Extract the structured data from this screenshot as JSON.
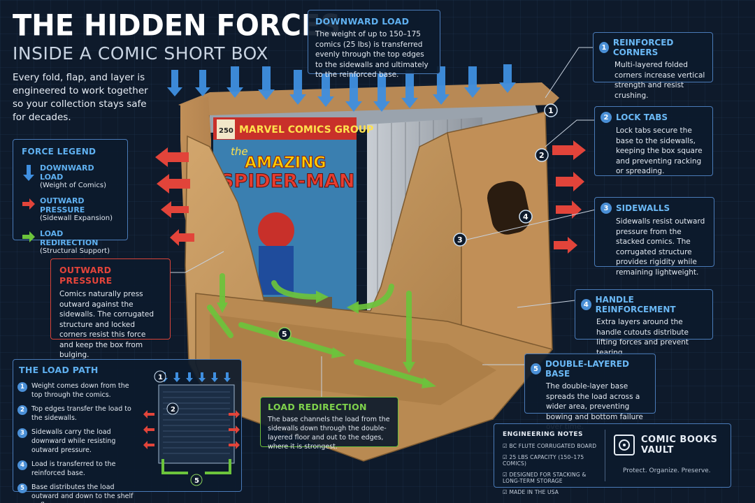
{
  "header": {
    "title": "THE HIDDEN FORCES",
    "subtitle": "INSIDE A COMIC SHORT BOX",
    "intro": "Every fold, flap, and layer is engineered to work together so your collection stays safe for decades."
  },
  "legend": {
    "title": "FORCE LEGEND",
    "items": [
      {
        "label": "DOWNWARD LOAD",
        "sub": "(Weight of Comics)",
        "color": "#3f8fe0"
      },
      {
        "label": "OUTWARD PRESSURE",
        "sub": "(Sidewall Expansion)",
        "color": "#e2443a"
      },
      {
        "label": "LOAD REDIRECTION",
        "sub": "(Structural Support)",
        "color": "#6cc43c"
      }
    ]
  },
  "downward": {
    "title": "DOWNWARD LOAD",
    "text": "The weight of up to 150–175 comics (25 lbs) is transferred evenly through the top edges to the sidewalls and ultimately to the reinforced base."
  },
  "outward": {
    "title": "OUTWARD PRESSURE",
    "text": "Comics naturally press outward against the sidewalls. The corrugated structure and locked corners resist this force and keep the box from bulging."
  },
  "redirection": {
    "title": "LOAD REDIRECTION",
    "text": "The base channels the load from the sidewalls down through the double-layered floor and out to the edges, where it is strongest."
  },
  "callouts": [
    {
      "num": "1",
      "title": "REINFORCED CORNERS",
      "text": "Multi-layered folded corners increase vertical strength and resist crushing."
    },
    {
      "num": "2",
      "title": "LOCK TABS",
      "text": "Lock tabs secure the base to the sidewalls, keeping the box square and preventing racking or spreading."
    },
    {
      "num": "3",
      "title": "SIDEWALLS",
      "text": "Sidewalls resist outward pressure from the stacked comics. The corrugated structure provides rigidity while remaining lightweight."
    },
    {
      "num": "4",
      "title": "HANDLE REINFORCEMENT",
      "text": "Extra layers around the handle cutouts distribute lifting forces and prevent tearing."
    },
    {
      "num": "5",
      "title": "DOUBLE-LAYERED BASE",
      "text": "The double-layer base spreads the load across a wider area, preventing bowing and bottom failure over time."
    }
  ],
  "load_path": {
    "title": "THE LOAD PATH",
    "steps": [
      {
        "num": "1",
        "text": "Weight comes down from the top through the comics."
      },
      {
        "num": "2",
        "text": "Top edges transfer the load to the sidewalls."
      },
      {
        "num": "3",
        "text": "Sidewalls carry the load downward while resisting outward pressure."
      },
      {
        "num": "4",
        "text": "Load is transferred to the reinforced base."
      },
      {
        "num": "5",
        "text": "Base distributes the load outward and down to the shelf or floor."
      }
    ]
  },
  "engineering": {
    "title": "ENGINEERING NOTES",
    "items": [
      "BC FLUTE CORRUGATED BOARD",
      "25 LBS CAPACITY (150–175 COMICS)",
      "DESIGNED FOR STACKING & LONG-TERM STORAGE",
      "MADE IN THE USA"
    ]
  },
  "brand": {
    "name_line1": "COMIC BOOKS",
    "name_line2": "VAULT",
    "tagline": "Protect. Organize. Preserve."
  },
  "comic": {
    "publisher": "MARVEL COMICS GROUP",
    "the": "the",
    "amazing": "AMAZING",
    "name": "SPIDER-MAN",
    "issue": "250"
  },
  "diagram_badges": [
    "1",
    "2",
    "3",
    "4",
    "5"
  ],
  "colors": {
    "blue": "#3f8fe0",
    "red": "#e2443a",
    "green": "#6cc43c",
    "cardboard": "#c79a62"
  }
}
